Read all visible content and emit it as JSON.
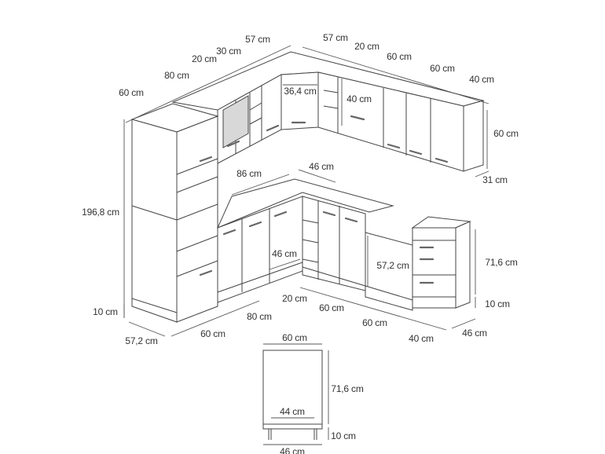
{
  "labels": [
    "57 cm",
    "30 cm",
    "20 cm",
    "80 cm",
    "60 cm",
    "57 cm",
    "20 cm",
    "60 cm",
    "60 cm",
    "40 cm",
    "36,4 cm",
    "40 cm",
    "60 cm",
    "31 cm",
    "86 cm",
    "46 cm",
    "196,8 cm",
    "46 cm",
    "57,2 cm",
    "71,6 cm",
    "10 cm",
    "10 cm",
    "20 cm",
    "60 cm",
    "60 cm",
    "80 cm",
    "60 cm",
    "57,2 cm",
    "40 cm",
    "46 cm",
    "60 cm",
    "71,6 cm",
    "44 cm",
    "10 cm",
    "46 cm"
  ],
  "colors": {
    "line": "#444444",
    "glass": "#d8d8d8",
    "text": "#333333"
  }
}
